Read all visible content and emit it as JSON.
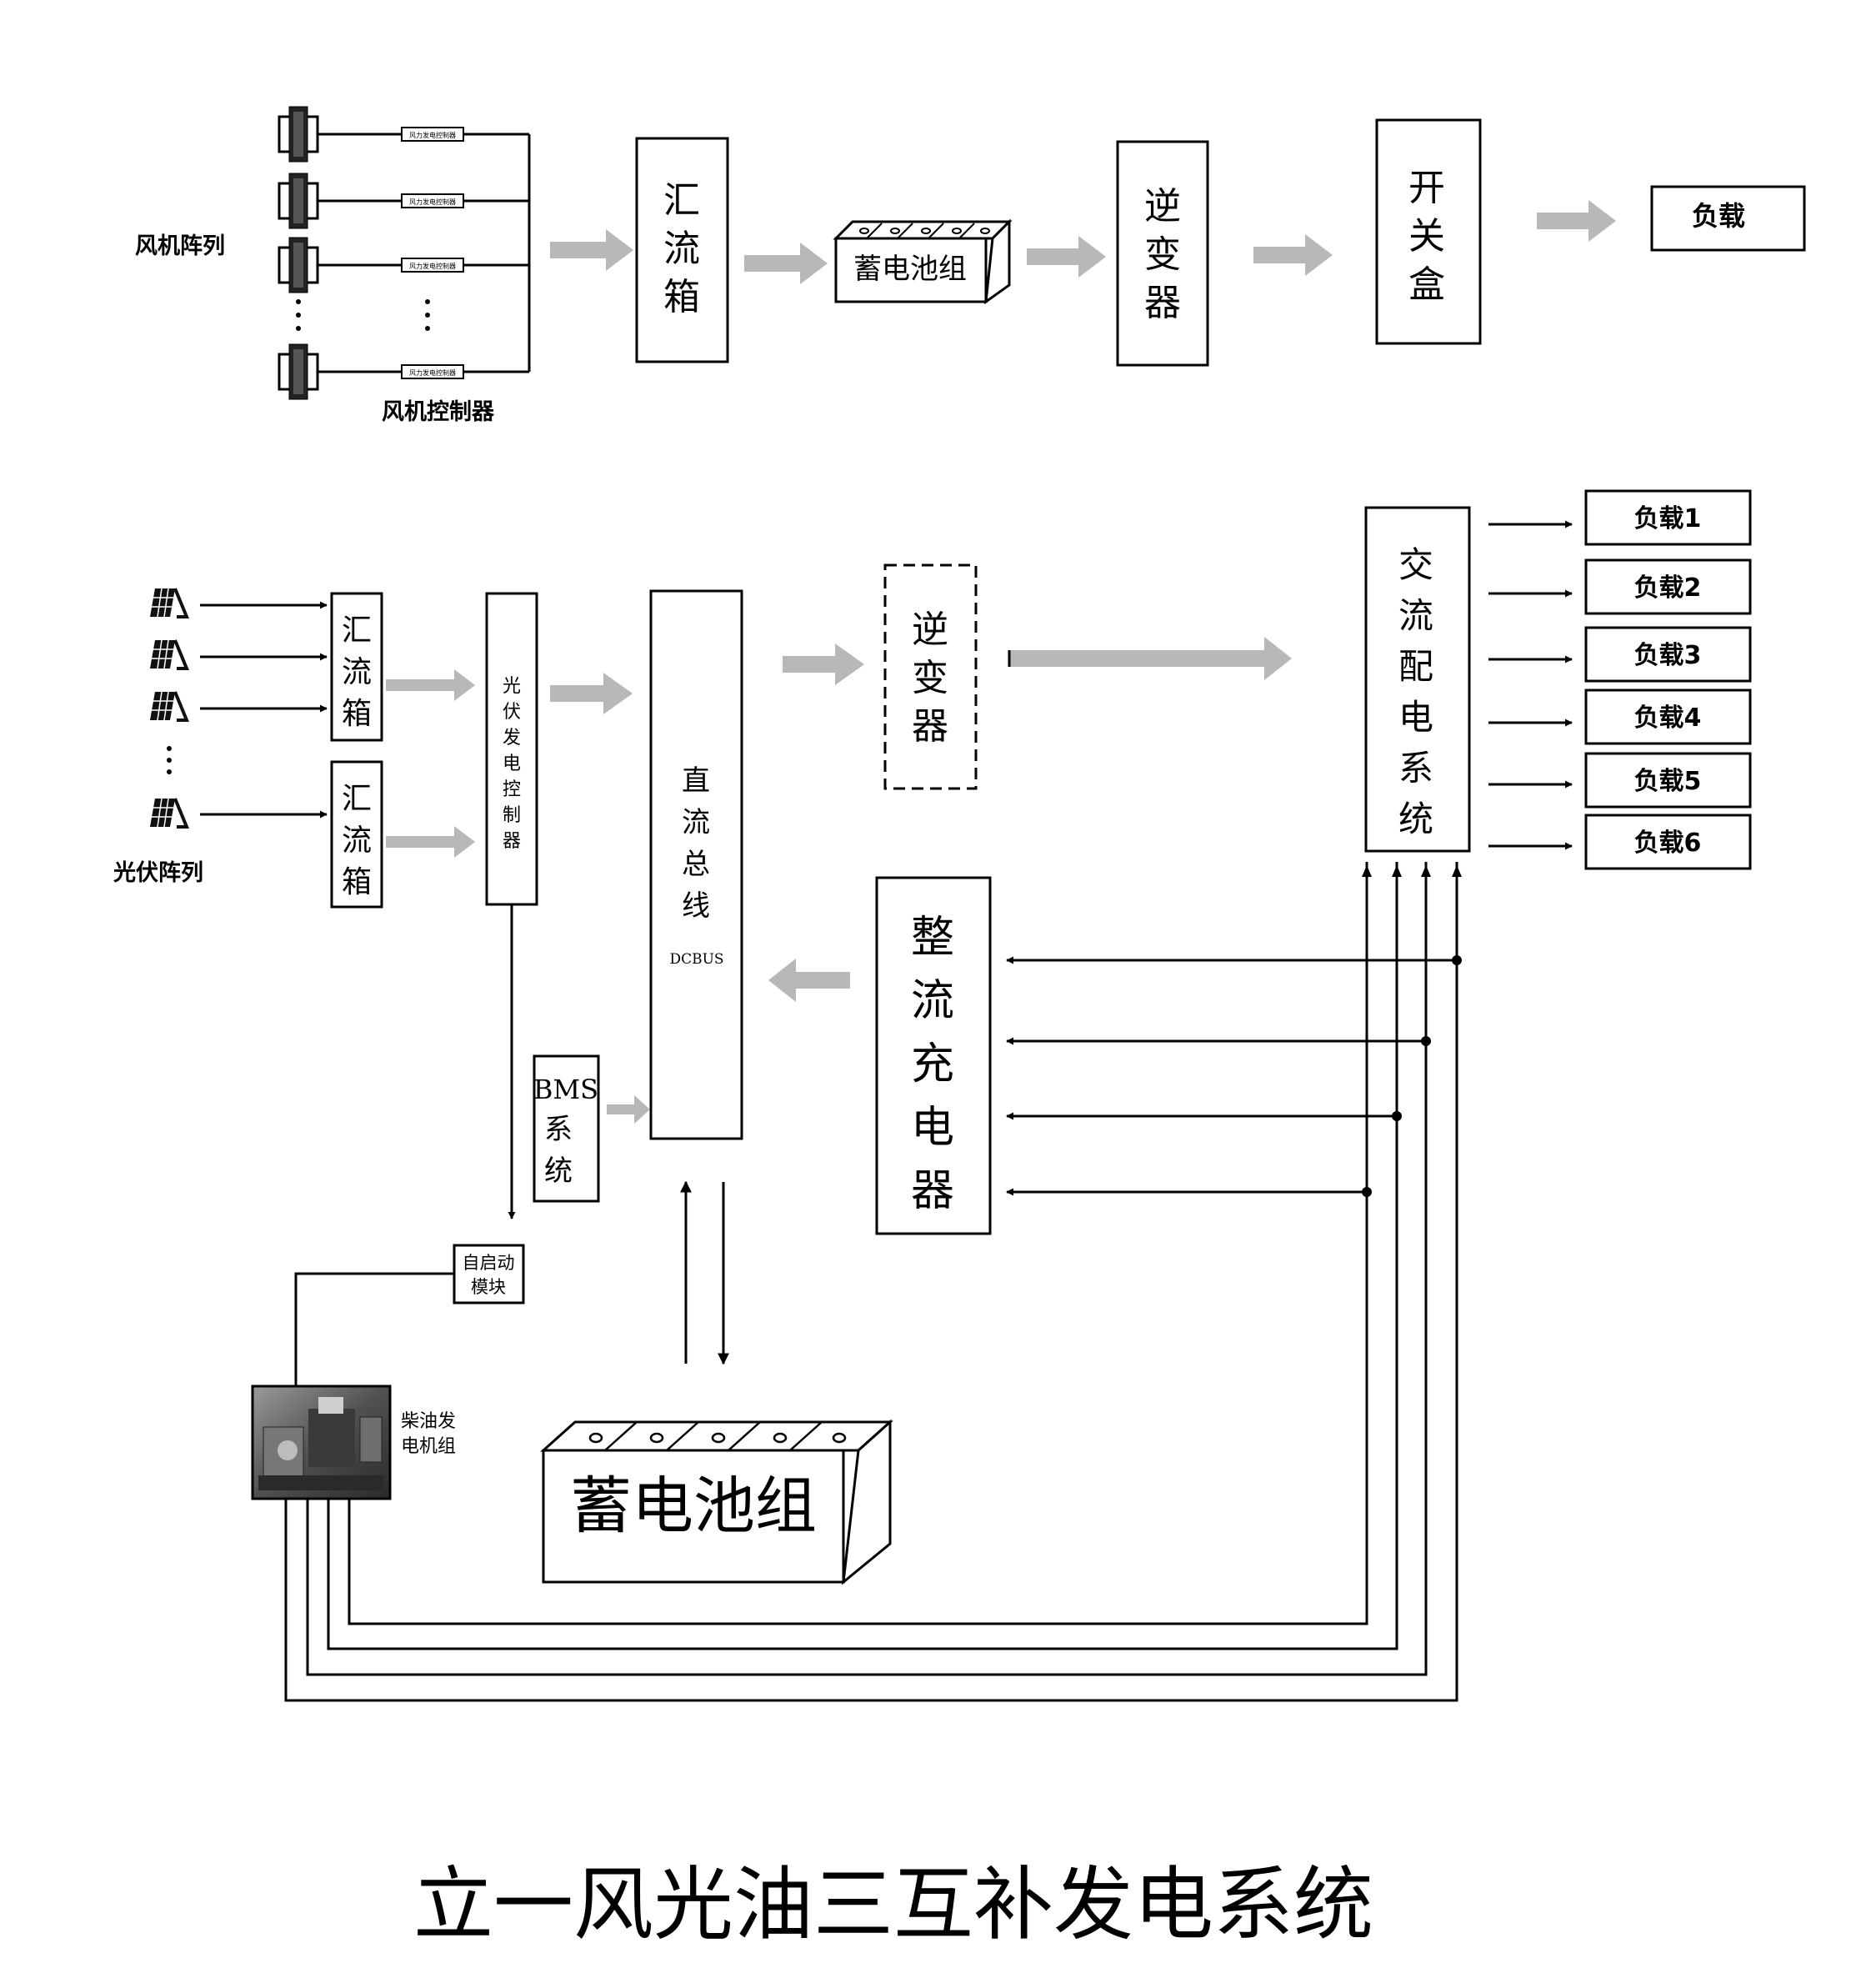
{
  "top": {
    "wind_array_label": "风机阵列",
    "wind_controller_label": "风机控制器",
    "small_controller_label": "风力发电控制器",
    "combiner_label": "汇流箱",
    "battery_label": "蓄电池组",
    "inverter_label": "逆变器",
    "switch_box_label": "开关盒",
    "load_label": "负载"
  },
  "bottom": {
    "pv_array_label": "光伏阵列",
    "combiner_1_label": "汇流箱",
    "combiner_2_label": "汇流箱",
    "pv_controller_label": "光伏发电控制器",
    "dc_bus_label": "直流总线",
    "dc_bus_sub": "DCBUS",
    "inverter_label": "逆变器",
    "ac_dist_label": "交流配电系统",
    "loads": [
      "负载1",
      "负载2",
      "负载3",
      "负载4",
      "负载5",
      "负载6"
    ],
    "rectifier_label": "整流充电器",
    "bms_line1": "BMS",
    "bms_line2": "系统",
    "autostart_line1": "自启动",
    "autostart_line2": "模块",
    "genset_line1": "柴油发",
    "genset_line2": "电机组",
    "battery_label": "蓄电池组"
  },
  "page_title": "立一风光油三互补发电系统",
  "colors": {
    "arrow_gray": "#b8b8b8",
    "line": "#000000"
  }
}
